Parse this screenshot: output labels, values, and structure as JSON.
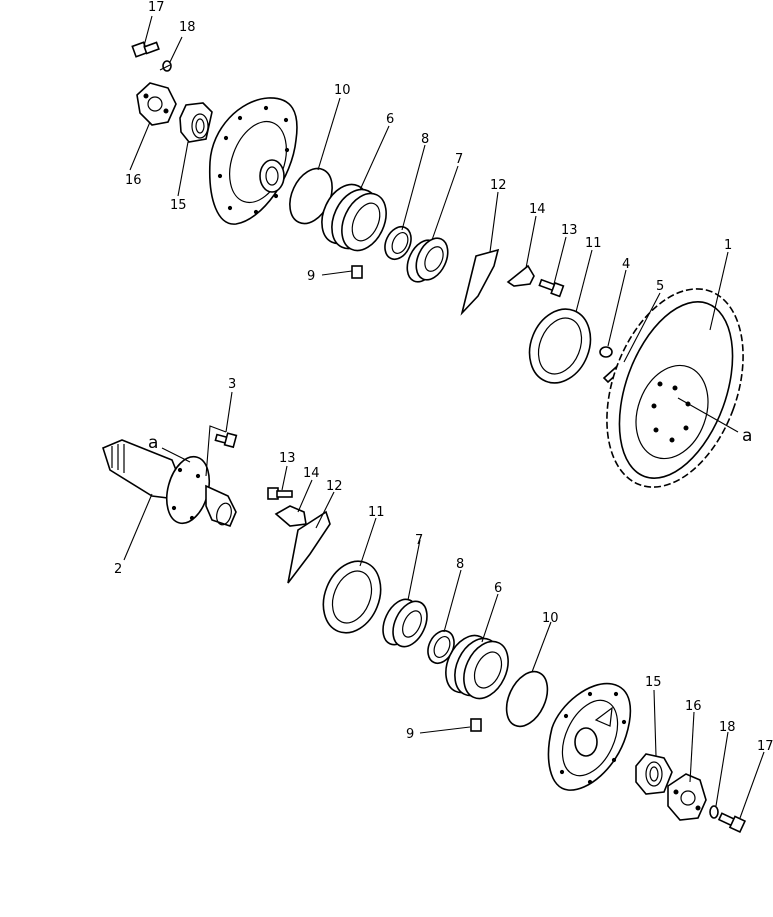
{
  "callouts": {
    "c17_top": "17",
    "c18_top": "18",
    "c16_top": "16",
    "c15_top": "15",
    "c10_top": "10",
    "c6_top": "6",
    "c8_top": "8",
    "c7_top": "7",
    "c9_top": "9",
    "c12_top": "12",
    "c14_top": "14",
    "c13_top": "13",
    "c11_top": "11",
    "c4": "4",
    "c5": "5",
    "c1": "1",
    "a_right": "a",
    "c3": "3",
    "a_left": "a",
    "c2": "2",
    "c13_bot": "13",
    "c14_bot": "14",
    "c12_bot": "12",
    "c11_bot": "11",
    "c7_bot": "7",
    "c8_bot": "8",
    "c6_bot": "6",
    "c10_bot": "10",
    "c9_bot": "9",
    "c15_bot": "15",
    "c16_bot": "16",
    "c18_bot": "18",
    "c17_bot": "17"
  }
}
